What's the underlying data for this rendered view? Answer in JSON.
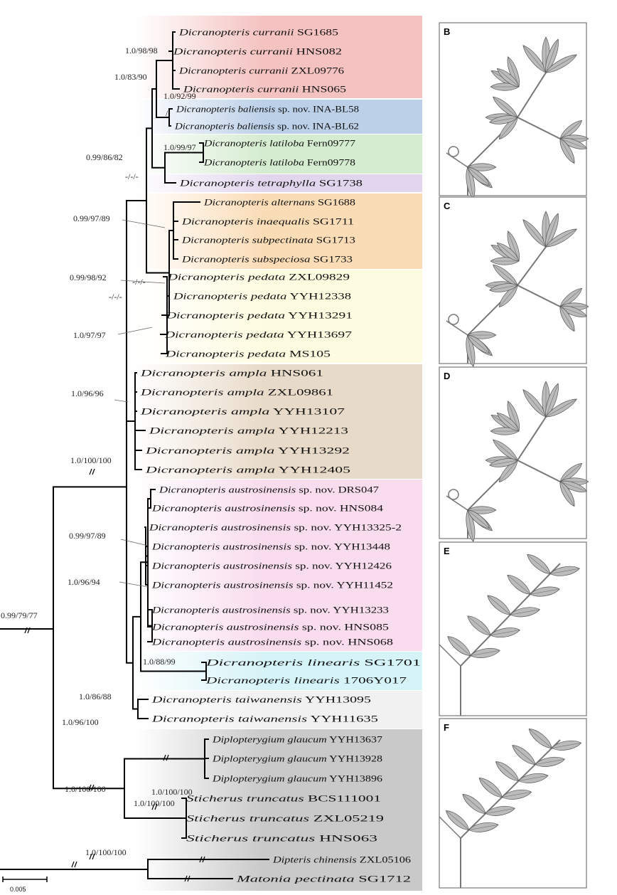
{
  "clade_colors": {
    "curranii": "#f4c2c0",
    "baliensis": "#bcd0e8",
    "latiloba": "#d5ecd0",
    "tetraphylla": "#e2d6ee",
    "alternans": "#fadcb6",
    "pedata": "#fefce0",
    "ampla": "#e8dac8",
    "austrosinensis": "#f9dcee",
    "linearis": "#d6f3f7",
    "taiwanensis": "#f1f1f1",
    "outgroup": "#c9c9c9"
  },
  "taxa": [
    {
      "genus": "Dicranopteris",
      "species": "curranii",
      "qualifier": "",
      "voucher": "SG1685"
    },
    {
      "genus": "Dicranopteris",
      "species": "curranii",
      "qualifier": "",
      "voucher": "HNS082"
    },
    {
      "genus": "Dicranopteris",
      "species": "curranii",
      "qualifier": "",
      "voucher": "ZXL09776"
    },
    {
      "genus": "Dicranopteris",
      "species": "curranii",
      "qualifier": "",
      "voucher": "HNS065"
    },
    {
      "genus": "Dicranopteris",
      "species": "baliensis",
      "qualifier": "sp. nov.",
      "voucher": "INA-BL58"
    },
    {
      "genus": "Dicranopteris",
      "species": "baliensis",
      "qualifier": "sp. nov.",
      "voucher": "INA-BL62"
    },
    {
      "genus": "Dicranopteris",
      "species": "latiloba",
      "qualifier": "",
      "voucher": "Fern09777"
    },
    {
      "genus": "Dicranopteris",
      "species": "latiloba",
      "qualifier": "",
      "voucher": "Fern09778"
    },
    {
      "genus": "Dicranopteris",
      "species": "tetraphylla",
      "qualifier": "",
      "voucher": "SG1738"
    },
    {
      "genus": "Dicranopteris",
      "species": "alternans",
      "qualifier": "",
      "voucher": "SG1688"
    },
    {
      "genus": "Dicranopteris",
      "species": "inaequalis",
      "qualifier": "",
      "voucher": "SG1711"
    },
    {
      "genus": "Dicranopteris",
      "species": "subpectinata",
      "qualifier": "",
      "voucher": "SG1713"
    },
    {
      "genus": "Dicranopteris",
      "species": "subspeciosa",
      "qualifier": "",
      "voucher": "SG1733"
    },
    {
      "genus": "Dicranopteris",
      "species": "pedata",
      "qualifier": "",
      "voucher": "ZXL09829"
    },
    {
      "genus": "Dicranopteris",
      "species": "pedata",
      "qualifier": "",
      "voucher": "YYH12338"
    },
    {
      "genus": "Dicranopteris",
      "species": "pedata",
      "qualifier": "",
      "voucher": "YYH13291"
    },
    {
      "genus": "Dicranopteris",
      "species": "pedata",
      "qualifier": "",
      "voucher": "YYH13697"
    },
    {
      "genus": "Dicranopteris",
      "species": "pedata",
      "qualifier": "",
      "voucher": "MS105"
    },
    {
      "genus": "Dicranopteris",
      "species": "ampla",
      "qualifier": "",
      "voucher": "HNS061"
    },
    {
      "genus": "Dicranopteris",
      "species": "ampla",
      "qualifier": "",
      "voucher": "ZXL09861"
    },
    {
      "genus": "Dicranopteris",
      "species": "ampla",
      "qualifier": "",
      "voucher": "YYH13107"
    },
    {
      "genus": "Dicranopteris",
      "species": "ampla",
      "qualifier": "",
      "voucher": "YYH12213"
    },
    {
      "genus": "Dicranopteris",
      "species": "ampla",
      "qualifier": "",
      "voucher": "YYH13292"
    },
    {
      "genus": "Dicranopteris",
      "species": "ampla",
      "qualifier": "",
      "voucher": "YYH12405"
    },
    {
      "genus": "Dicranopteris",
      "species": "austrosinensis",
      "qualifier": "sp. nov.",
      "voucher": "DRS047"
    },
    {
      "genus": "Dicranopteris",
      "species": "austrosinensis",
      "qualifier": "sp. nov.",
      "voucher": "HNS084"
    },
    {
      "genus": "Dicranopteris",
      "species": "austrosinensis",
      "qualifier": "sp. nov.",
      "voucher": "YYH13325-2"
    },
    {
      "genus": "Dicranopteris",
      "species": "austrosinensis",
      "qualifier": "sp. nov.",
      "voucher": "YYH13448"
    },
    {
      "genus": "Dicranopteris",
      "species": "austrosinensis",
      "qualifier": "sp. nov.",
      "voucher": "YYH12426"
    },
    {
      "genus": "Dicranopteris",
      "species": "austrosinensis",
      "qualifier": "sp. nov.",
      "voucher": "YYH11452"
    },
    {
      "genus": "Dicranopteris",
      "species": "austrosinensis",
      "qualifier": "sp. nov.",
      "voucher": "YYH13233"
    },
    {
      "genus": "Dicranopteris",
      "species": "austrosinensis",
      "qualifier": "sp. nov.",
      "voucher": "HNS085"
    },
    {
      "genus": "Dicranopteris",
      "species": "austrosinensis",
      "qualifier": "sp. nov.",
      "voucher": "HNS068"
    },
    {
      "genus": "Dicranopteris",
      "species": "linearis",
      "qualifier": "",
      "voucher": "SG1701"
    },
    {
      "genus": "Dicranopteris",
      "species": "linearis",
      "qualifier": "",
      "voucher": "1706Y017"
    },
    {
      "genus": "Dicranopteris",
      "species": "taiwanensis",
      "qualifier": "",
      "voucher": "YYH13095"
    },
    {
      "genus": "Dicranopteris",
      "species": "taiwanensis",
      "qualifier": "",
      "voucher": "YYH11635"
    },
    {
      "genus": "Diplopterygium",
      "species": "glaucum",
      "qualifier": "",
      "voucher": "YYH13637"
    },
    {
      "genus": "Diplopterygium",
      "species": "glaucum",
      "qualifier": "",
      "voucher": "YYH13928"
    },
    {
      "genus": "Diplopterygium",
      "species": "glaucum",
      "qualifier": "",
      "voucher": "YYH13896"
    },
    {
      "genus": "Sticherus",
      "species": "truncatus",
      "qualifier": "",
      "voucher": "BCS111001"
    },
    {
      "genus": "Sticherus",
      "species": "truncatus",
      "qualifier": "",
      "voucher": "ZXL05219"
    },
    {
      "genus": "Sticherus",
      "species": "truncatus",
      "qualifier": "",
      "voucher": "HNS063"
    },
    {
      "genus": "Dipteris",
      "species": "chinensis",
      "qualifier": "",
      "voucher": "ZXL05106"
    },
    {
      "genus": "Matonia",
      "species": "pectinata",
      "qualifier": "",
      "voucher": "SG1712"
    }
  ],
  "supports": [
    "1.0/98/98",
    "1.0/83/90",
    "1.0/92/99",
    "1.0/99/97",
    "0.99/86/82",
    "-/-/-",
    "0.99/97/89",
    "0.99/98/92",
    "-/-/-",
    "-/-/-",
    "1.0/97/97",
    "1.0/96/96",
    "1.0/100/100",
    "0.99/97/89",
    "1.0/96/94",
    "0.99/79/77",
    "1.0/88/99",
    "1.0/86/88",
    "1.0/96/100",
    "1.0/100/100",
    "1.0/100/100",
    "1.0/100/100",
    "1.0/100/100",
    "/"
  ],
  "scale_bar": "0.005",
  "panels": [
    {
      "label": "B",
      "form": "pedate"
    },
    {
      "label": "C",
      "form": "pedate"
    },
    {
      "label": "D",
      "form": "pedate"
    },
    {
      "label": "E",
      "form": "pinnate-sparse"
    },
    {
      "label": "F",
      "form": "pinnate-dense"
    }
  ]
}
